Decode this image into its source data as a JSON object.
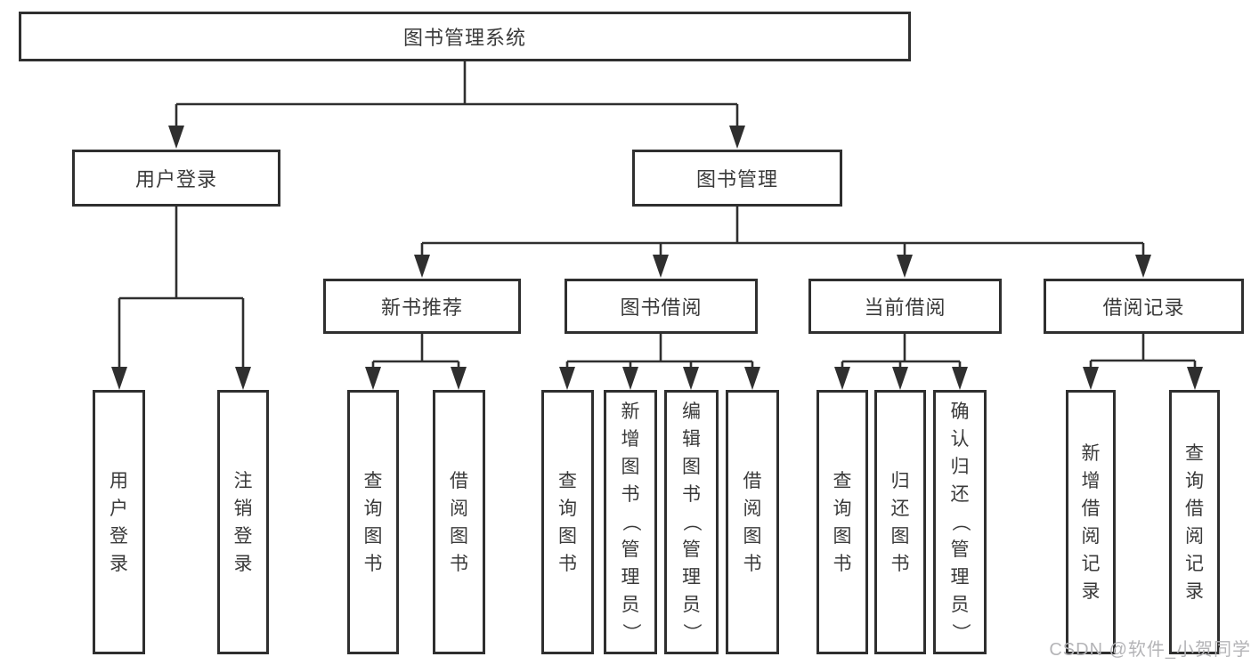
{
  "colors": {
    "line": "#2f2f2f",
    "box_border": "#2f2f2f",
    "text": "#3a3a3a",
    "watermark": "#b4b4b7",
    "background": "#ffffff"
  },
  "watermark": {
    "text": "CSDN @软件_小贺同学"
  },
  "tree": {
    "root": {
      "label": "图书管理系统"
    },
    "branches": [
      {
        "label": "用户登录",
        "leaves": [
          {
            "label": "用户登录"
          },
          {
            "label": "注销登录"
          }
        ]
      },
      {
        "label": "图书管理",
        "groups": [
          {
            "label": "新书推荐",
            "leaves": [
              {
                "label": "查询图书"
              },
              {
                "label": "借阅图书"
              }
            ]
          },
          {
            "label": "图书借阅",
            "leaves": [
              {
                "label": "查询图书"
              },
              {
                "label": "新增图书（管理员）"
              },
              {
                "label": "编辑图书（管理员）"
              },
              {
                "label": "借阅图书"
              }
            ]
          },
          {
            "label": "当前借阅",
            "leaves": [
              {
                "label": "查询图书"
              },
              {
                "label": "归还图书"
              },
              {
                "label": "确认归还（管理员）"
              }
            ]
          },
          {
            "label": "借阅记录",
            "leaves": [
              {
                "label": "新增借阅记录"
              },
              {
                "label": "查询借阅记录"
              }
            ]
          }
        ]
      }
    ]
  }
}
